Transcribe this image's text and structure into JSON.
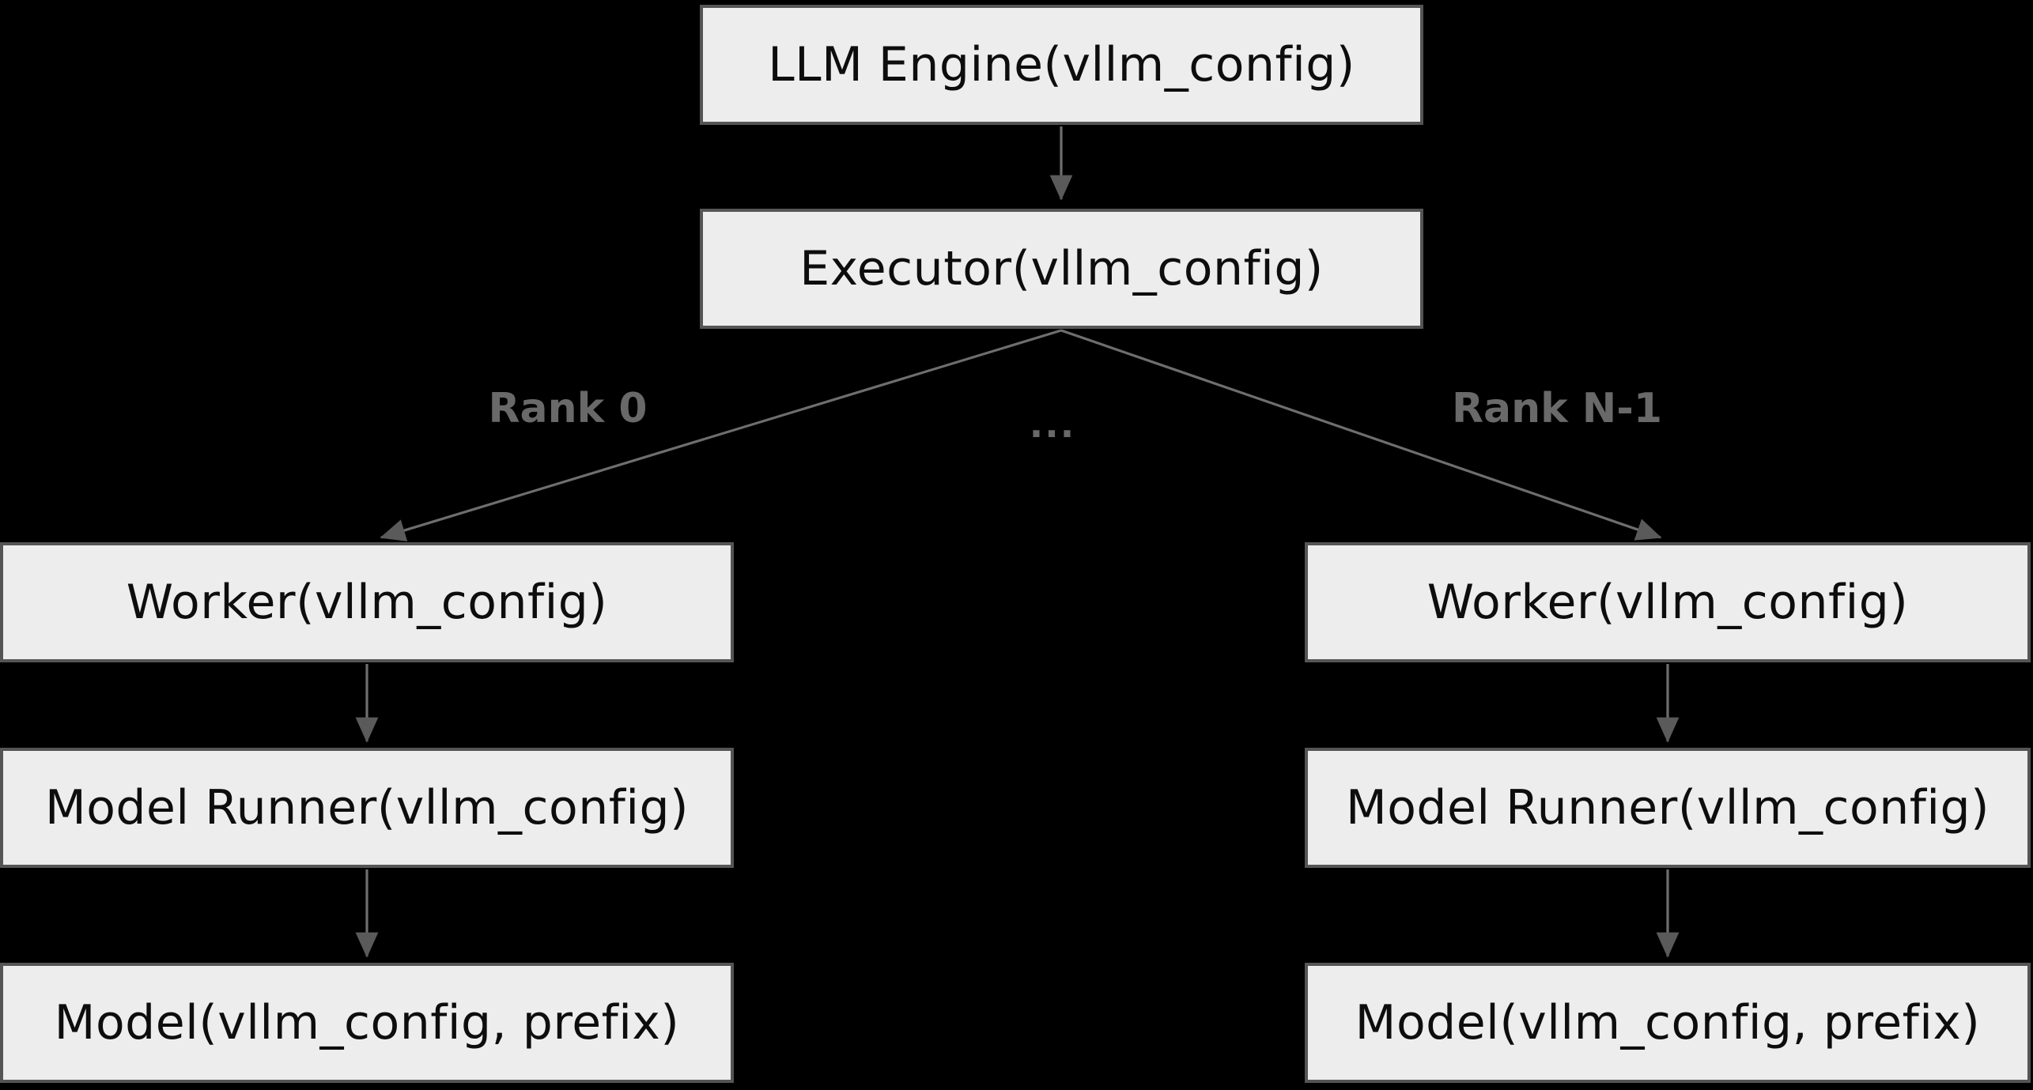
{
  "colors": {
    "background": "#000000",
    "node_fill": "#ededed",
    "node_border": "#555555",
    "node_text": "#0d0d0d",
    "connector_line": "#6e6e6e",
    "arrowhead": "#5a5a5a",
    "edge_label_text": "#696969"
  },
  "nodes": {
    "engine": "LLM Engine(vllm_config)",
    "executor": "Executor(vllm_config)",
    "left": {
      "worker": "Worker(vllm_config)",
      "model_runner": "Model Runner(vllm_config)",
      "model": "Model(vllm_config, prefix)"
    },
    "right": {
      "worker": "Worker(vllm_config)",
      "model_runner": "Model Runner(vllm_config)",
      "model": "Model(vllm_config, prefix)"
    }
  },
  "edge_labels": {
    "rank_first": "Rank 0",
    "ellipsis": "...",
    "rank_last": "Rank N-1"
  }
}
